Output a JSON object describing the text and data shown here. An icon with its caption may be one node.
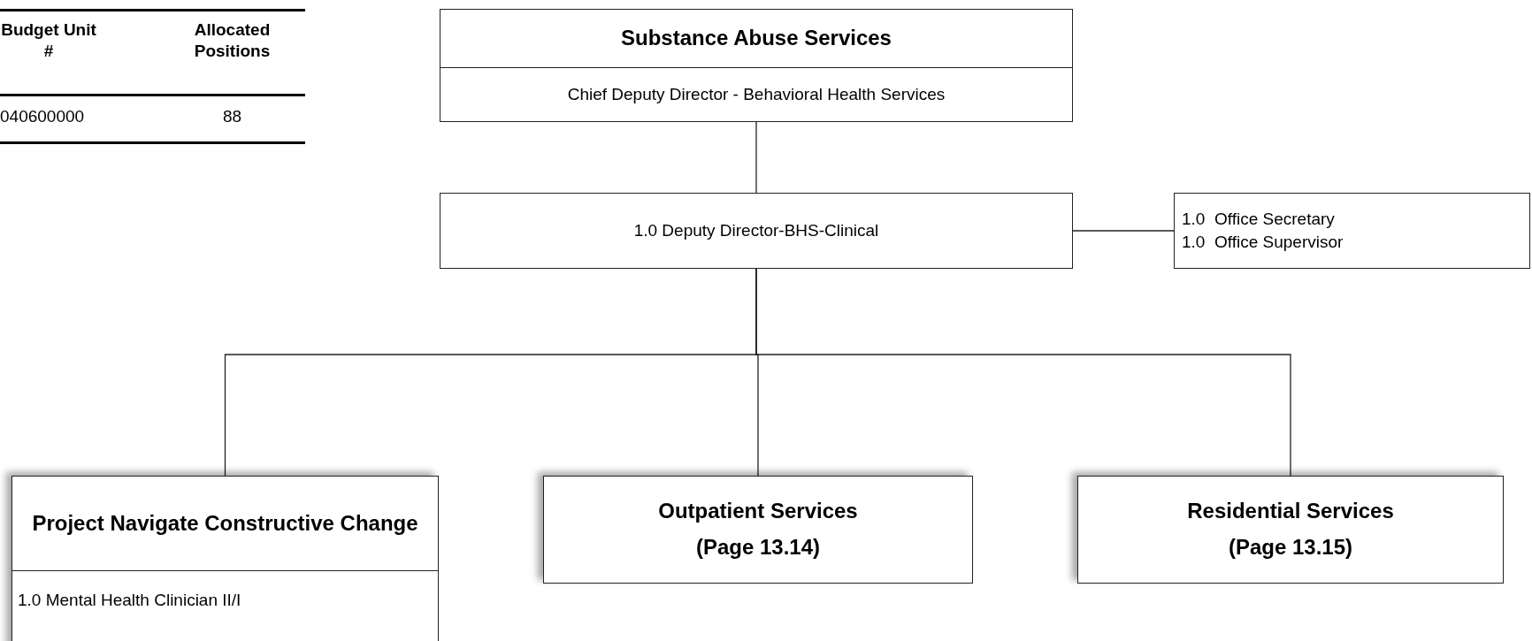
{
  "diagram": {
    "nodes": [
      {
        "text": [
          "Substance Abuse Services",
          "Chief Deputy Director - Behavioral Health Services"
        ]
      },
      {
        "text": [
          "1.0 Deputy Director-BHS-Clinical"
        ]
      },
      {
        "text": [
          "1.0  Office Secretary",
          "1.0  Office Supervisor"
        ]
      },
      {
        "text": [
          "Project Navigate Constructive Change",
          "1.0 Mental Health Clinician II/I"
        ]
      },
      {
        "text": [
          "Outpatient Services",
          "(Page 13.14)"
        ]
      },
      {
        "text": [
          "Residential Services",
          "(Page 13.15)"
        ]
      }
    ],
    "edges": [
      {
        "from": 0,
        "to": 1,
        "arrow": "none"
      },
      {
        "from": 1,
        "to": 2,
        "arrow": "none"
      },
      {
        "from": 1,
        "to": 3,
        "arrow": "none"
      },
      {
        "from": 1,
        "to": 4,
        "arrow": "none"
      },
      {
        "from": 1,
        "to": 5,
        "arrow": "none"
      }
    ],
    "labels": [
      "Budget Unit #",
      "Allocated Positions",
      "040600000",
      "88"
    ]
  }
}
